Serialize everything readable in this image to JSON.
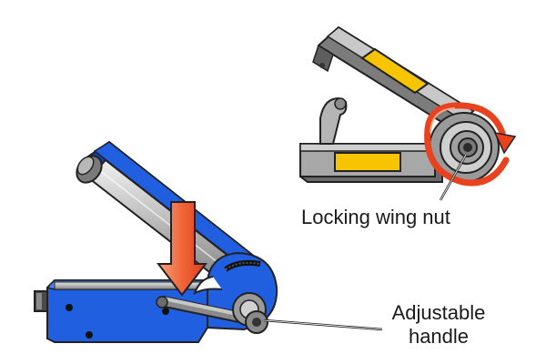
{
  "labels": {
    "locking_wing_nut": "Locking wing nut",
    "adjustable_handle_line1": "Adjustable",
    "adjustable_handle_line2": "handle"
  },
  "colors": {
    "vise_blue": "#1f5fe0",
    "vise_blue_dark": "#0f3fa8",
    "steel_grey": "#9a9a9a",
    "steel_light": "#d6d6d6",
    "steel_dark": "#5e5e5e",
    "yellow_plate": "#f6c400",
    "arrow_red": "#e8421e",
    "arrow_orange": "#f58a5a",
    "outline": "#222222"
  },
  "icons": {
    "down_arrow": "down-arrow-icon",
    "rotate_arrow": "rotate-arrow-icon"
  }
}
